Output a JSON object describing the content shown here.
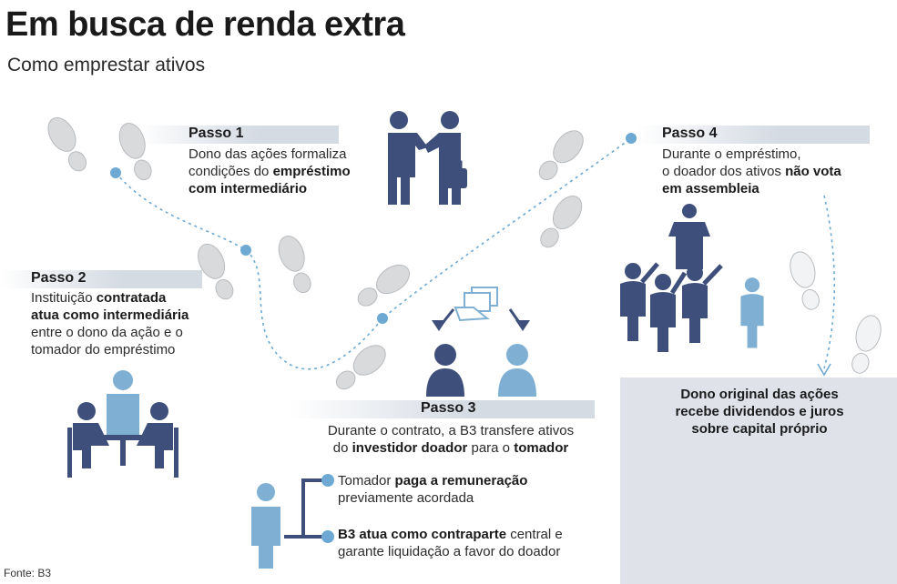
{
  "title": "Em busca de renda extra",
  "subtitle": "Como emprestar ativos",
  "steps": [
    {
      "label": "Passo 1",
      "lines": [
        [
          {
            "t": "Dono das ações formaliza",
            "b": false
          }
        ],
        [
          {
            "t": "condições do ",
            "b": false
          },
          {
            "t": "empréstimo",
            "b": true
          }
        ],
        [
          {
            "t": "com intermediário",
            "b": true
          }
        ]
      ]
    },
    {
      "label": "Passo 2",
      "lines": [
        [
          {
            "t": "Instituição ",
            "b": false
          },
          {
            "t": "contratada",
            "b": true
          }
        ],
        [
          {
            "t": "atua como intermediária",
            "b": true
          }
        ],
        [
          {
            "t": "entre o dono da ação e o",
            "b": false
          }
        ],
        [
          {
            "t": "tomador do empréstimo",
            "b": false
          }
        ]
      ]
    },
    {
      "label": "Passo 3",
      "lines": [
        [
          {
            "t": "Durante o contrato, a B3 transfere ativos",
            "b": false
          }
        ],
        [
          {
            "t": "do ",
            "b": false
          },
          {
            "t": "investidor doador",
            "b": true
          },
          {
            "t": " para o ",
            "b": false
          },
          {
            "t": "tomador",
            "b": true
          }
        ]
      ]
    },
    {
      "label": "Passo 4",
      "lines": [
        [
          {
            "t": "Durante o empréstimo,",
            "b": false
          }
        ],
        [
          {
            "t": "o doador dos ativos ",
            "b": false
          },
          {
            "t": "não vota",
            "b": true
          }
        ],
        [
          {
            "t": "em assembleia",
            "b": true
          }
        ]
      ]
    }
  ],
  "bullets": [
    {
      "lines": [
        [
          {
            "t": "Tomador ",
            "b": false
          },
          {
            "t": "paga a remuneração",
            "b": true
          }
        ],
        [
          {
            "t": "previamente acordada",
            "b": false
          }
        ]
      ]
    },
    {
      "lines": [
        [
          {
            "t": "B3 atua como contraparte",
            "b": true
          },
          {
            "t": " central e",
            "b": false
          }
        ],
        [
          {
            "t": "garante liquidação a favor do doador",
            "b": false
          }
        ]
      ]
    }
  ],
  "result": {
    "lines": [
      "Dono original das ações",
      "recebe dividendos e juros",
      "sobre capital próprio"
    ]
  },
  "icons": {
    "money": "$",
    "footprint": "footprint-icon",
    "handshake": "handshake-icon",
    "meeting": "meeting-icon",
    "assembly": "assembly-icon",
    "transfer": "money-transfer-icon",
    "investor": "person-icon",
    "receiver": "person-with-money-icon"
  },
  "colors": {
    "navy": "#3d4f7a",
    "light_blue": "#7fb0d3",
    "step_bar": "#d5dbe3",
    "result_bg": "#dfe3e9",
    "footprint": "#d9dadb",
    "path_dots": "#6da9d3"
  },
  "source": "Fonte: B3"
}
